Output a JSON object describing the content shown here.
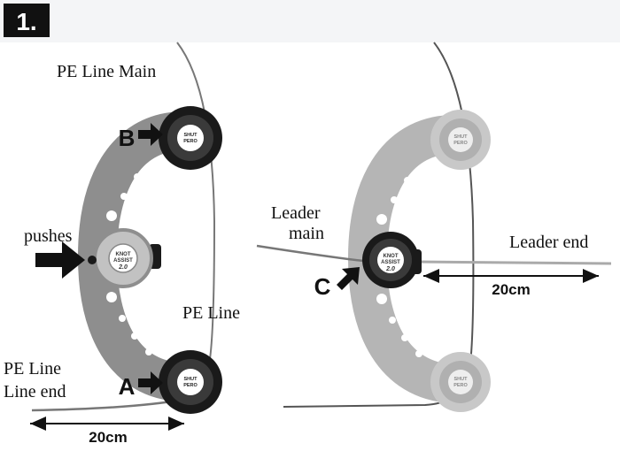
{
  "step": {
    "number": "1."
  },
  "left_panel": {
    "label_main": "PE Line Main",
    "label_pushes": "pushes",
    "label_pe_line": "PE Line",
    "label_pe_line_end_1": "PE Line",
    "label_pe_line_end_2": "Line end",
    "arrow_b": "B",
    "arrow_a": "A",
    "measure": "20cm"
  },
  "right_panel": {
    "label_leader_main_1": "Leader",
    "label_leader_main_2": "main",
    "label_leader_end": "Leader end",
    "arrow_c": "C",
    "measure": "20cm"
  },
  "tool": {
    "spool_text_1": "SHUT",
    "spool_text_2": "PERO",
    "center_text_1": "KNOT",
    "center_text_2": "ASSIST",
    "center_text_3": "2.0"
  },
  "colors": {
    "dark": "#1a1a1a",
    "tool_gray": "#8e8e8e",
    "tool_light": "#c2c2c2",
    "line": "#666666"
  }
}
